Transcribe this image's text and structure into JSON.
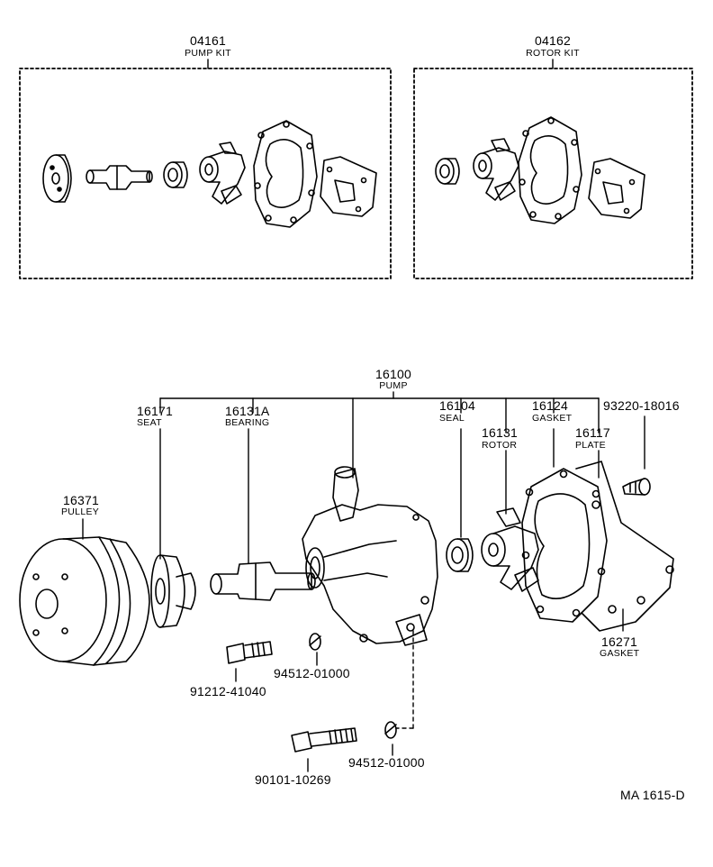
{
  "kits": {
    "pump_kit": {
      "number": "04161",
      "name": "PUMP KIT"
    },
    "rotor_kit": {
      "number": "04162",
      "name": "ROTOR KIT"
    }
  },
  "assembly": {
    "number": "16100",
    "name": "PUMP"
  },
  "parts": {
    "seat": {
      "number": "16171",
      "name": "SEAT"
    },
    "bearing": {
      "number": "16131A",
      "name": "BEARING"
    },
    "seal": {
      "number": "16104",
      "name": "SEAL"
    },
    "rotor": {
      "number": "16131",
      "name": "ROTOR"
    },
    "gasket_1": {
      "number": "16124",
      "name": "GASKET"
    },
    "plate": {
      "number": "16117",
      "name": "PLATE"
    },
    "bolt_small": {
      "number": "93220-18016"
    },
    "pulley": {
      "number": "16371",
      "name": "PULLEY"
    },
    "gasket_2": {
      "number": "16271",
      "name": "GASKET"
    },
    "washer_1": {
      "number": "94512-01000"
    },
    "bolt_1": {
      "number": "91212-41040"
    },
    "washer_2": {
      "number": "94512-01000"
    },
    "bolt_2": {
      "number": "90101-10269"
    }
  },
  "drawing_code": "MA 1615-D"
}
